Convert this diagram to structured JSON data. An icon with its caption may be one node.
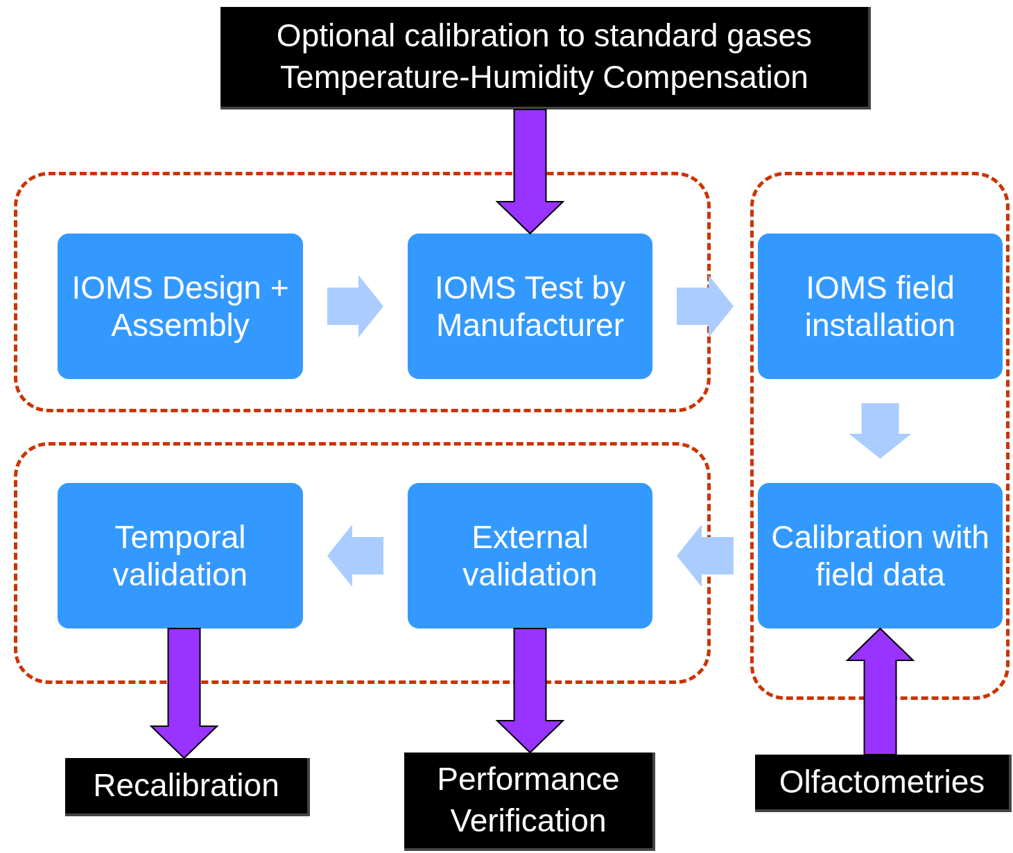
{
  "diagram": {
    "nodes": [
      {
        "text": [],
        "shape": "box"
      },
      {
        "text": [
          "IOMS Design + Assembly"
        ],
        "in": 0
      },
      {
        "text": [
          "IOMS Test by Manufacturer"
        ],
        "in": 0
      },
      {
        "text": [],
        "shape": "box"
      },
      {
        "text": [
          "IOMS field installation"
        ],
        "in": 3
      },
      {
        "text": [
          "Calibration with field data"
        ],
        "in": 3
      },
      {
        "text": [],
        "shape": "box"
      },
      {
        "text": [
          "External validation"
        ],
        "in": 6
      },
      {
        "text": [
          "Temporal validation"
        ],
        "in": 6
      },
      {
        "text": [
          "Optional calibration to standard gases",
          "Temperature-Humidity Compensation"
        ]
      },
      {
        "text": [
          "Recalibration"
        ]
      },
      {
        "text": [
          "Performance Verification"
        ]
      },
      {
        "text": [
          "Olfactometries"
        ]
      }
    ],
    "edges": [
      {
        "from": 1,
        "to": 2,
        "arrow": "to"
      },
      {
        "from": 2,
        "to": 4,
        "arrow": "to"
      },
      {
        "from": 4,
        "to": 5,
        "arrow": "to"
      },
      {
        "from": 5,
        "to": 7,
        "arrow": "to"
      },
      {
        "from": 7,
        "to": 8,
        "arrow": "to"
      },
      {
        "from": 9,
        "to": 2,
        "arrow": "to",
        "color": "#9933ff"
      },
      {
        "from": 8,
        "to": 10,
        "arrow": "to",
        "color": "#9933ff"
      },
      {
        "from": 7,
        "to": 11,
        "arrow": "to",
        "color": "#9933ff"
      },
      {
        "from": 12,
        "to": 5,
        "arrow": "to",
        "color": "#9933ff"
      }
    ]
  }
}
